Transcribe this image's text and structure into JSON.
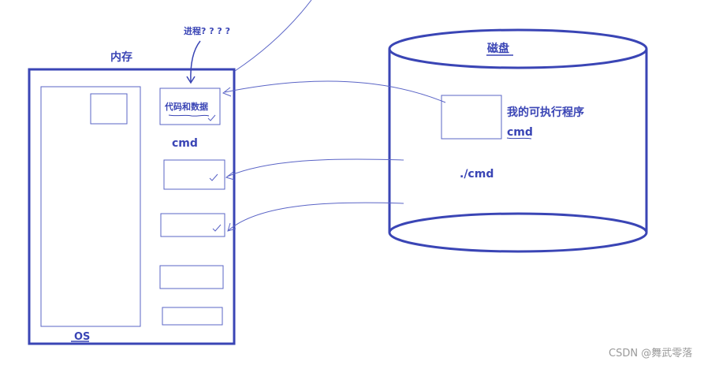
{
  "diagram": {
    "memory_label": "内存",
    "disk_label": "磁盘",
    "process_question": "进程? ? ? ?",
    "code_and_data": "代码和数据",
    "cmd_label_memory": "cmd",
    "os_label": "OS",
    "my_executable": "我的可执行程序",
    "cmd_label_disk": "cmd",
    "run_command": "./cmd",
    "watermark": "CSDN @舞武零落",
    "colors": {
      "ink": "#3a45b5",
      "thin_ink": "#5a64c6",
      "watermark": "#9a9a9a"
    }
  }
}
